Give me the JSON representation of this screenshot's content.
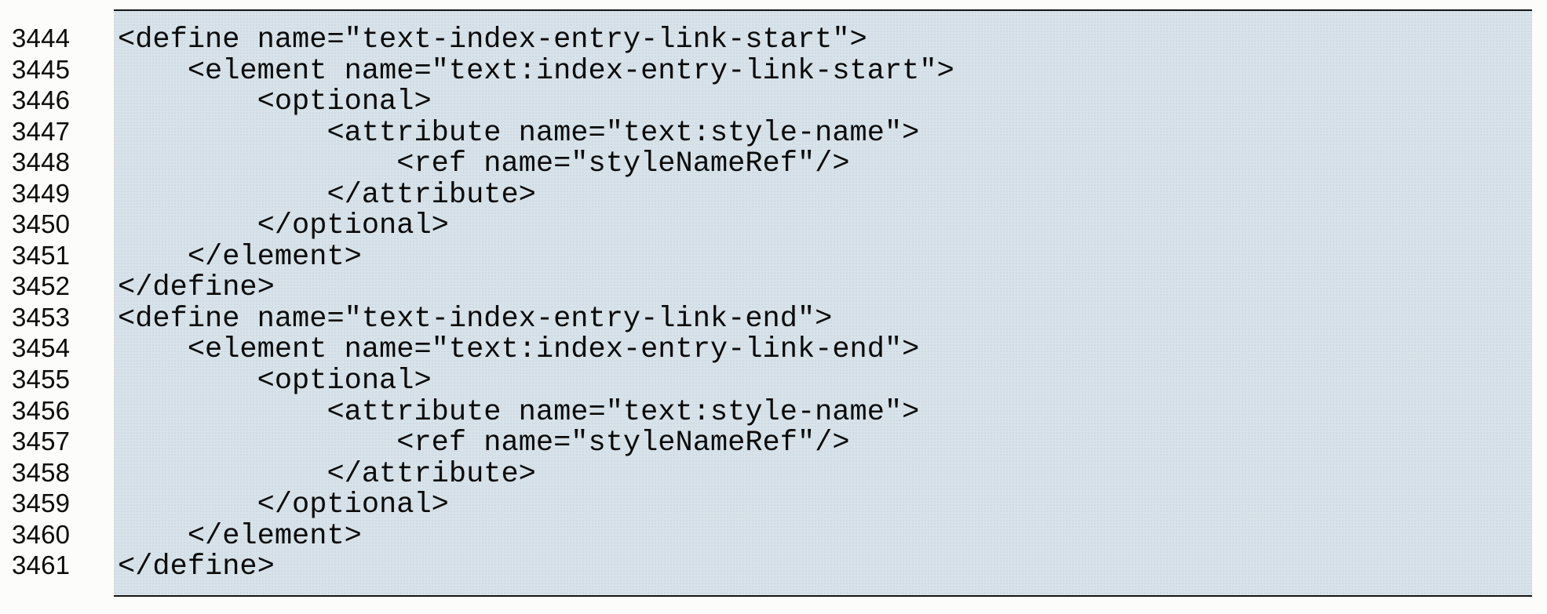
{
  "page": {
    "background": "#fcfcfa"
  },
  "code_listing": {
    "panel_background": "#d8e2e9",
    "rule_color": "#141414",
    "text_color": "#0b0b0b",
    "language": "relaxng-xml",
    "first_line_number": 3444,
    "last_line_number": 3461,
    "lines": [
      {
        "number": "3444",
        "code": "<define name=\"text-index-entry-link-start\">"
      },
      {
        "number": "3445",
        "code": "    <element name=\"text:index-entry-link-start\">"
      },
      {
        "number": "3446",
        "code": "        <optional>"
      },
      {
        "number": "3447",
        "code": "            <attribute name=\"text:style-name\">"
      },
      {
        "number": "3448",
        "code": "                <ref name=\"styleNameRef\"/>"
      },
      {
        "number": "3449",
        "code": "            </attribute>"
      },
      {
        "number": "3450",
        "code": "        </optional>"
      },
      {
        "number": "3451",
        "code": "    </element>"
      },
      {
        "number": "3452",
        "code": "</define>"
      },
      {
        "number": "3453",
        "code": "<define name=\"text-index-entry-link-end\">"
      },
      {
        "number": "3454",
        "code": "    <element name=\"text:index-entry-link-end\">"
      },
      {
        "number": "3455",
        "code": "        <optional>"
      },
      {
        "number": "3456",
        "code": "            <attribute name=\"text:style-name\">"
      },
      {
        "number": "3457",
        "code": "                <ref name=\"styleNameRef\"/>"
      },
      {
        "number": "3458",
        "code": "            </attribute>"
      },
      {
        "number": "3459",
        "code": "        </optional>"
      },
      {
        "number": "3460",
        "code": "    </element>"
      },
      {
        "number": "3461",
        "code": "</define>"
      }
    ]
  }
}
